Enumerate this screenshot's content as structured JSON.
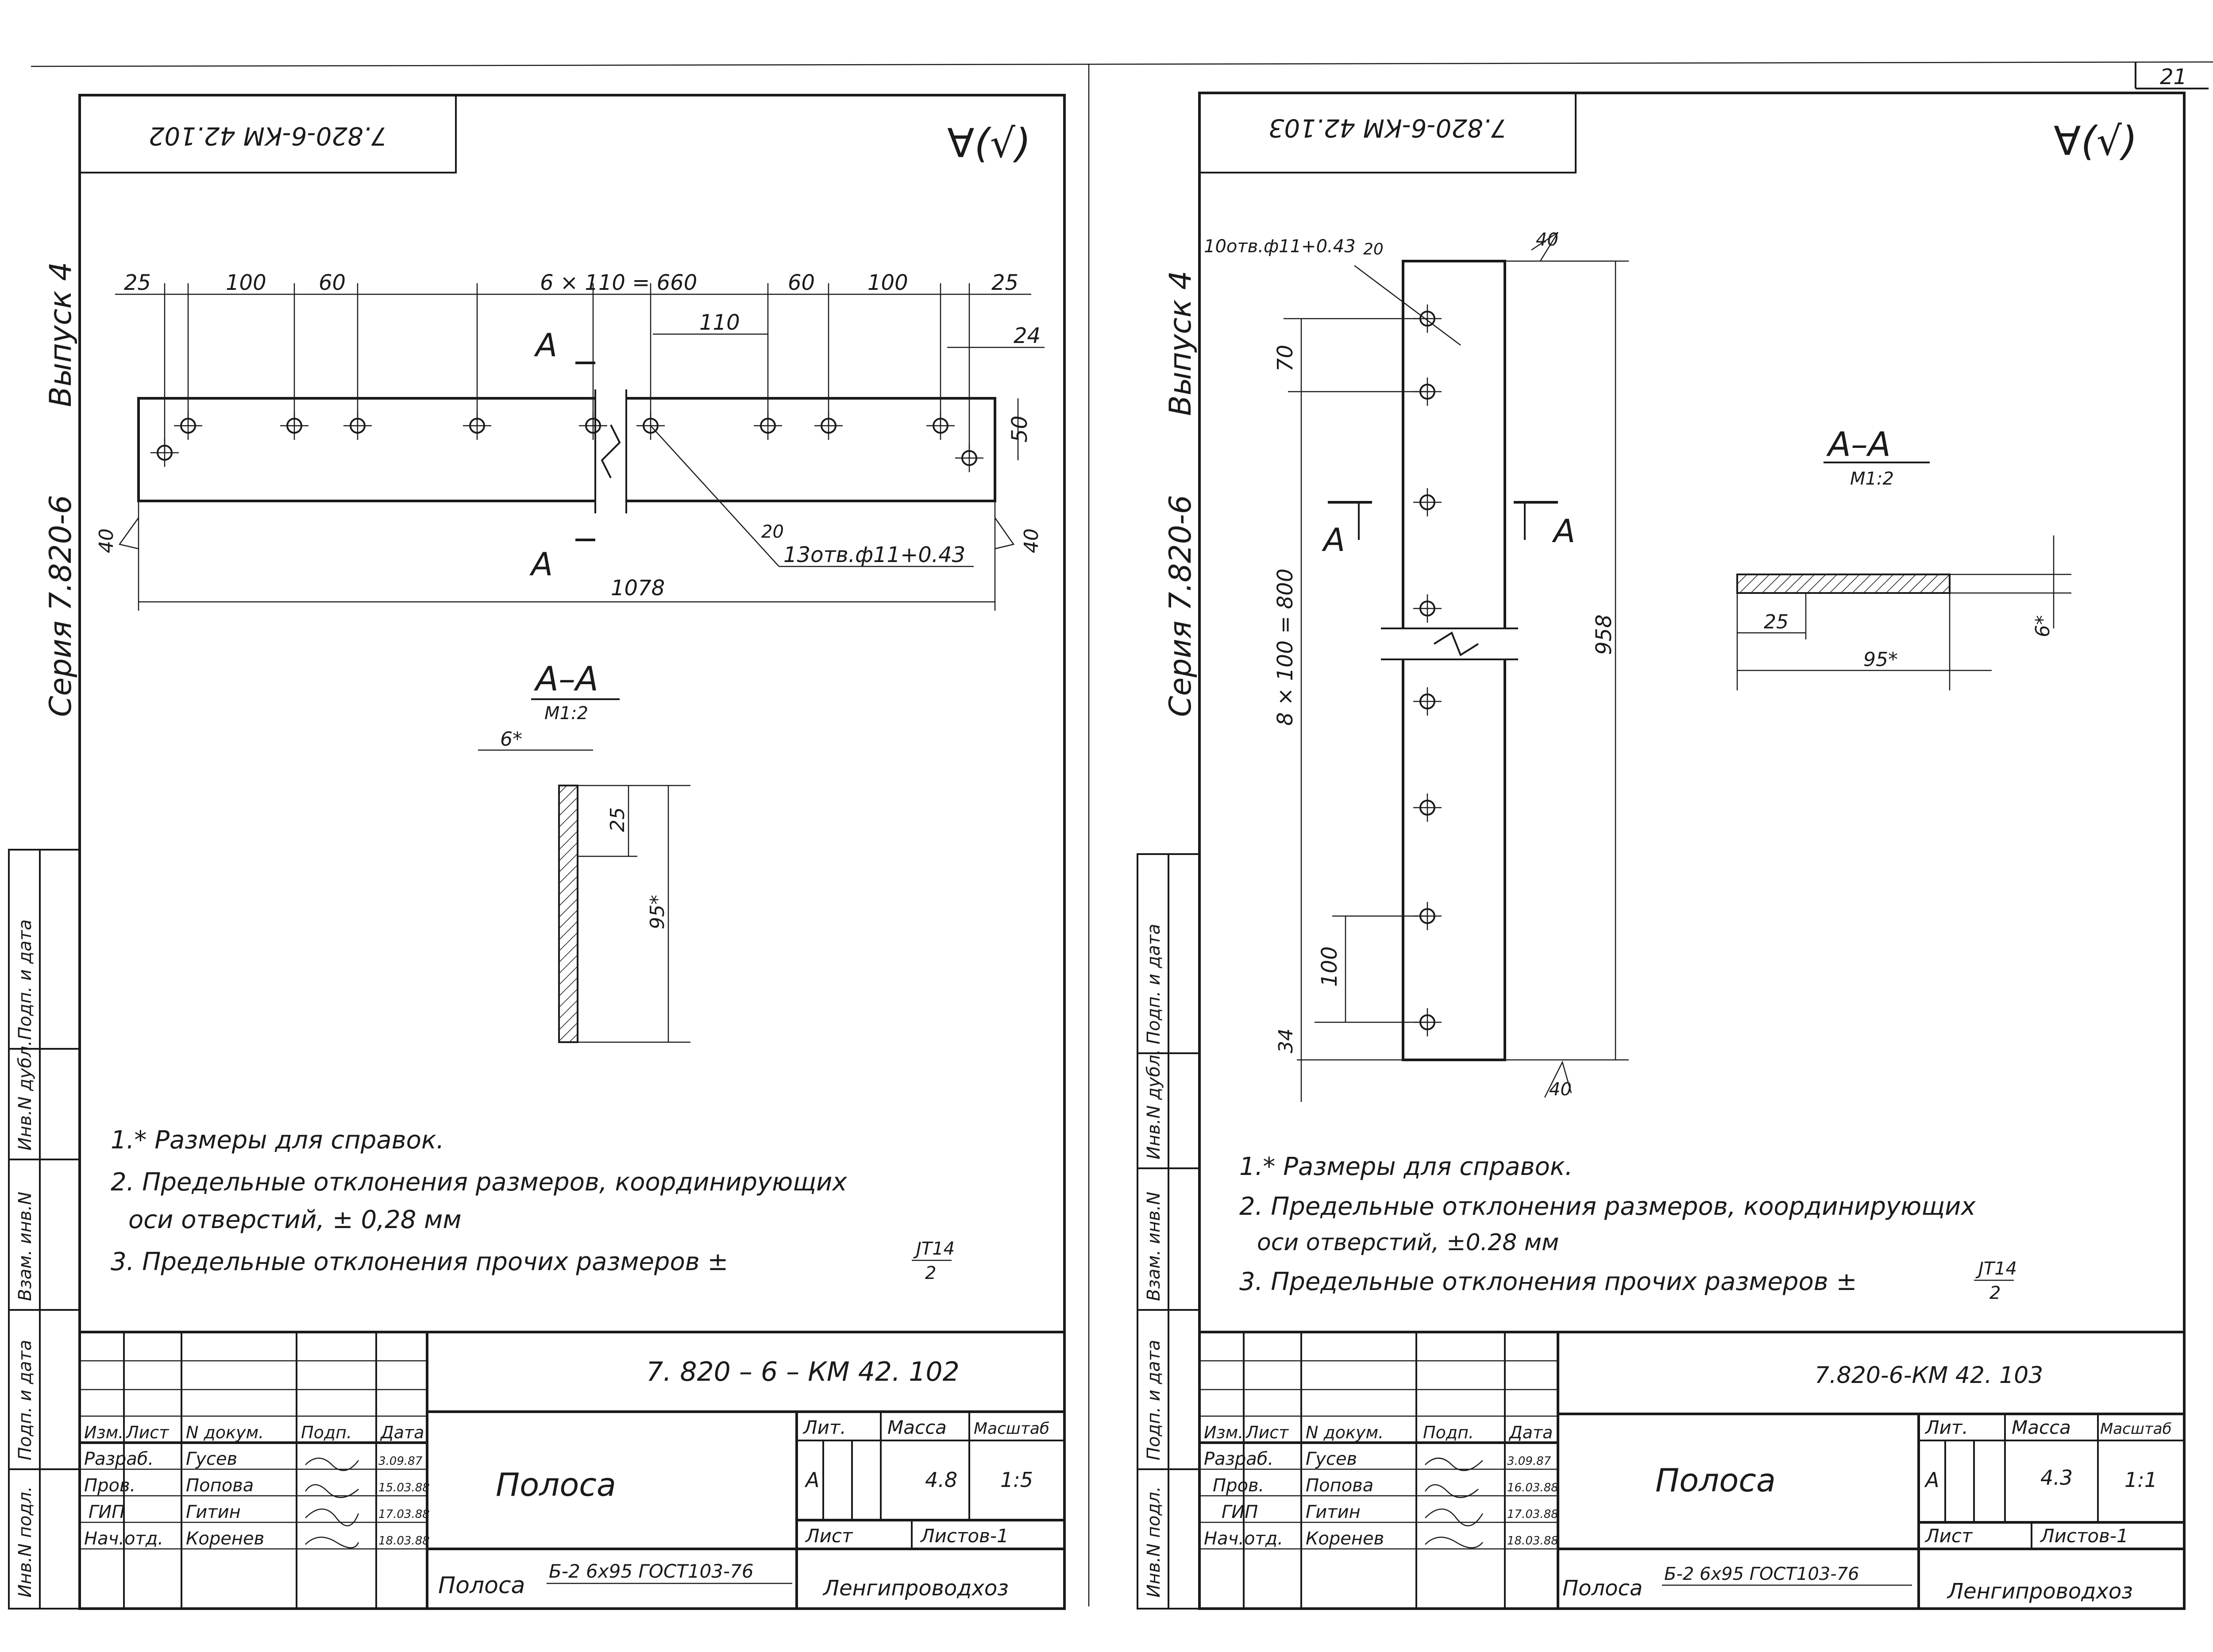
{
  "page_number": "21",
  "sheet_left": {
    "header_code_rotated": "7.820-6-КМ 42.102",
    "roughness_mark": "∀(√)",
    "series_label": "Серия 7.820-6",
    "issue_label": "Выпуск 4",
    "dims_top": [
      "25",
      "100",
      "60",
      "6 × 110 = 660",
      "60",
      "100",
      "25"
    ],
    "dim_110": "110",
    "dim_24": "24",
    "dim_50": "50",
    "dim_40_left": "40",
    "dim_40_right": "40",
    "dim_20": "20",
    "hole_callout": "13отв.ф11+0.43",
    "dim_1078": "1078",
    "section_letter_top": "A",
    "section_letter_bottom": "A",
    "section_title": "А–А",
    "section_scale": "М1:2",
    "section_dim_6": "6*",
    "section_dim_25": "25",
    "section_dim_95": "95*",
    "notes": [
      "1.* Размеры для справок.",
      "2. Предельные отклонения размеров, координирующих",
      "оси отверстий, ± 0,28 мм",
      "3. Предельные отклонения прочих размеров ±"
    ],
    "tolerance_num": "JT14",
    "tolerance_den": "2",
    "title_block": {
      "doc_code": "7. 820 – 6 – КМ 42. 102",
      "name": "Полоса",
      "col_headers": [
        "Изм.",
        "Лист",
        "N докум.",
        "Подп.",
        "Дата"
      ],
      "people": [
        {
          "role": "Разраб.",
          "name": "Гусев",
          "date": "3.09.87"
        },
        {
          "role": "Пров.",
          "name": "Попова",
          "date": "15.03.88"
        },
        {
          "role": "ГИП",
          "name": "Гитин",
          "date": "17.03.88"
        },
        {
          "role": "Нач.отд.",
          "name": "Коренев",
          "date": "18.03.88"
        }
      ],
      "lit_header": "Лит.",
      "mass_header": "Масса",
      "scale_header": "Масштаб",
      "lit_value": "А",
      "mass_value": "4.8",
      "scale_value": "1:5",
      "sheet_label": "Лист",
      "sheets_label": "Листов-1",
      "material_prefix": "Полоса",
      "material_spec": "Б-2 6x95 ГОСТ103-76",
      "organization": "Ленгипроводхоз"
    },
    "margin_labels": [
      "Инв.N подл.",
      "Подп. и дата",
      "Взам. инв.N",
      "Инв.N дубл.",
      "Подп. и дата"
    ]
  },
  "sheet_right": {
    "header_code_rotated": "7.820-6-КМ 42.103",
    "roughness_mark": "∀(√)",
    "series_label": "Серия 7.820-6",
    "issue_label": "Выпуск 4",
    "hole_callout": "10отв.ф11+0.43",
    "dim_20": "20",
    "dim_40_top": "40",
    "dim_40_bottom": "40",
    "dim_70": "70",
    "dim_800": "8 × 100 = 800",
    "dim_100": "100",
    "dim_34": "34",
    "dim_958": "958",
    "section_letter_left": "A",
    "section_letter_right": "A",
    "section_title": "А–А",
    "section_scale": "М1:2",
    "section_dim_25": "25",
    "section_dim_95": "95*",
    "section_dim_6": "6*",
    "notes": [
      "1.* Размеры для справок.",
      "2. Предельные отклонения размеров, координирующих",
      "оси отверстий, ±0.28 мм",
      "3. Предельные отклонения прочих размеров ±"
    ],
    "tolerance_num": "JT14",
    "tolerance_den": "2",
    "title_block": {
      "doc_code": "7.820-6-КМ 42. 103",
      "name": "Полоса",
      "col_headers": [
        "Изм.",
        "Лист",
        "N докум.",
        "Подп.",
        "Дата"
      ],
      "people": [
        {
          "role": "Разраб.",
          "name": "Гусев",
          "date": "3.09.87"
        },
        {
          "role": "Пров.",
          "name": "Попова",
          "date": "16.03.88"
        },
        {
          "role": "ГИП",
          "name": "Гитин",
          "date": "17.03.88"
        },
        {
          "role": "Нач.отд.",
          "name": "Коренев",
          "date": "18.03.88"
        }
      ],
      "lit_header": "Лит.",
      "mass_header": "Масса",
      "scale_header": "Масштаб",
      "lit_value": "А",
      "mass_value": "4.3",
      "scale_value": "1:1",
      "sheet_label": "Лист",
      "sheets_label": "Листов-1",
      "material_prefix": "Полоса",
      "material_spec": "Б-2 6x95 ГОСТ103-76",
      "organization": "Ленгипроводхоз"
    },
    "margin_labels": [
      "Инв.N подл.",
      "Подп. и дата",
      "Взам. инв.N",
      "Инв.N дубл.",
      "Подп. и дата"
    ]
  }
}
